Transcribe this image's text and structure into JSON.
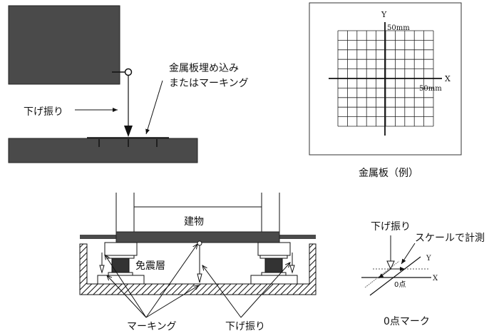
{
  "top_left": {
    "pendulum_label": "下げ振り",
    "plate_label_line1": "金属板埋め込み",
    "plate_label_line2": "またはマーキング"
  },
  "plate": {
    "y_axis": "Y",
    "x_axis": "X",
    "y_extent": "50mm",
    "x_extent": "50mm",
    "caption": "金属板（例）"
  },
  "section": {
    "building": "建物",
    "isolation_layer": "免震層",
    "marking": "マーキング",
    "pendulum": "下げ振り"
  },
  "zero_mark": {
    "pendulum": "下げ振り",
    "scale": "スケールで計測",
    "y_axis": "Y",
    "x_axis": "X",
    "origin": "0点",
    "caption": "0点マーク"
  },
  "colors": {
    "dark_fill": "#4a4a4a",
    "line": "#111111"
  }
}
